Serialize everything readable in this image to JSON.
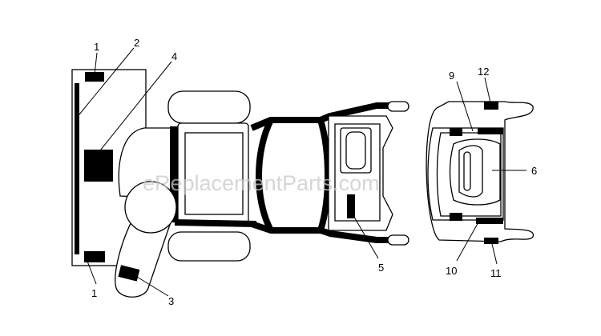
{
  "diagram": {
    "watermark": "eReplacementParts.com",
    "callouts": [
      {
        "id": "1-top",
        "label": "1"
      },
      {
        "id": "2",
        "label": "2"
      },
      {
        "id": "4",
        "label": "4"
      },
      {
        "id": "1-bottom",
        "label": "1"
      },
      {
        "id": "3",
        "label": "3"
      },
      {
        "id": "5",
        "label": "5"
      },
      {
        "id": "9",
        "label": "9"
      },
      {
        "id": "12",
        "label": "12"
      },
      {
        "id": "6",
        "label": "6"
      },
      {
        "id": "10",
        "label": "10"
      },
      {
        "id": "11",
        "label": "11"
      }
    ]
  }
}
